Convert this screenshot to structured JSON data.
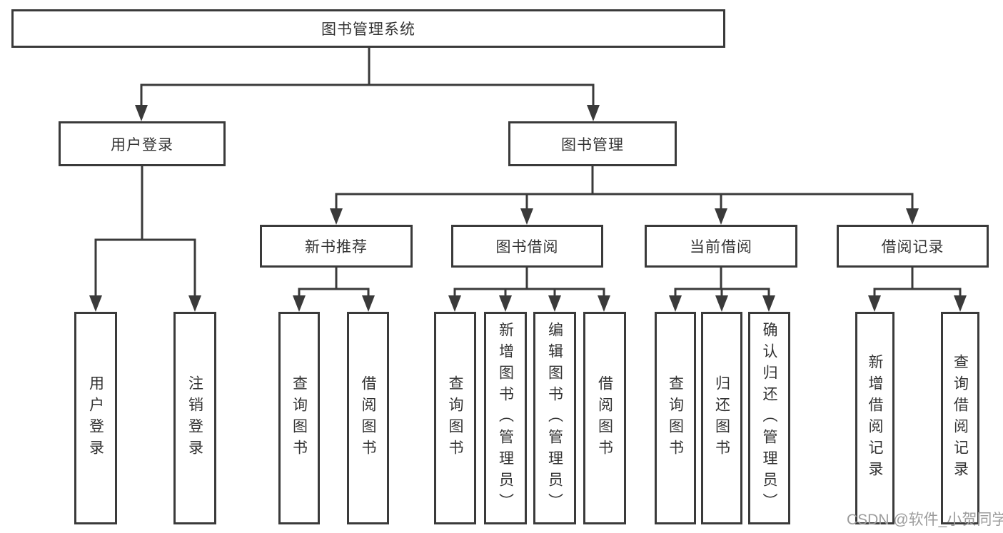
{
  "tree": {
    "root": "图书管理系统",
    "branches": [
      {
        "label": "用户登录",
        "leaves": [
          "用户登录",
          "注销登录"
        ]
      },
      {
        "label": "图书管理",
        "groups": [
          {
            "label": "新书推荐",
            "leaves": [
              "查询图书",
              "借阅图书"
            ]
          },
          {
            "label": "图书借阅",
            "leaves": [
              "查询图书",
              "新增图书（管理员）",
              "编辑图书（管理员）",
              "借阅图书"
            ]
          },
          {
            "label": "当前借阅",
            "leaves": [
              "查询图书",
              "归还图书",
              "确认归还（管理员）"
            ]
          },
          {
            "label": "借阅记录",
            "leaves": [
              "新增借阅记录",
              "查询借阅记录"
            ]
          }
        ]
      }
    ]
  },
  "watermark": {
    "text": "CSDN @软件_小贺同学"
  },
  "colors": {
    "line": "#3a3a3a",
    "text": "#333333",
    "watermark": "#9c9c9c",
    "background": "#ffffff"
  }
}
